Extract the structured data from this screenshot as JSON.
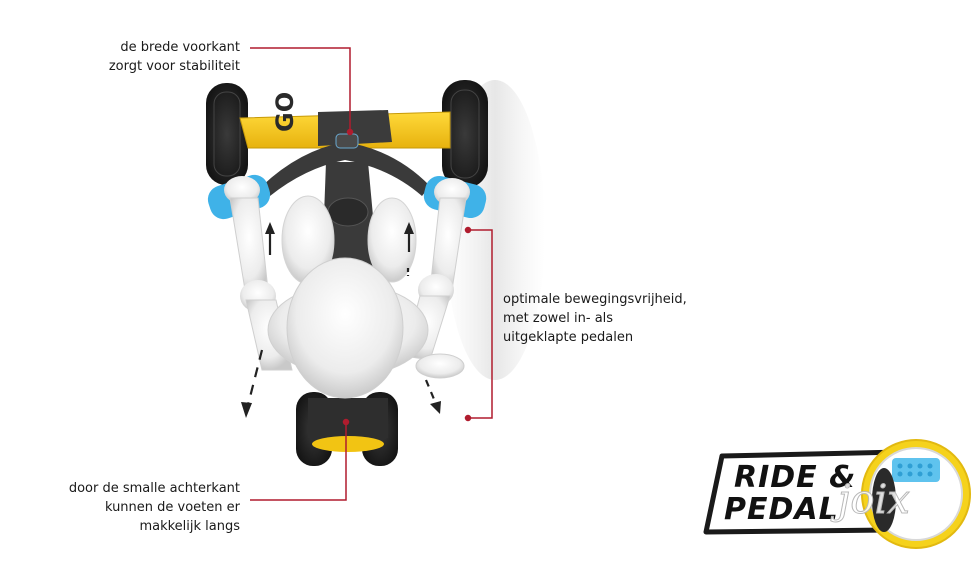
{
  "annotations": {
    "front": {
      "line1": "de brede voorkant",
      "line2": "zorgt voor stabiliteit"
    },
    "middle": {
      "line1": "optimale bewegingsvrijheid,",
      "line2": "met zowel in- als",
      "line3": "uitgeklapte pedalen"
    },
    "rear": {
      "line1": "door de smalle achterkant",
      "line2": "kunnen de voeten er",
      "line3": "makkelijk langs"
    }
  },
  "logo": {
    "ride": "RIDE &",
    "pedal": "PEDAL",
    "brand": "joix",
    "badge_color": "#f5d21c"
  },
  "vehicle": {
    "frame_text": "GO",
    "body_color": "#f2c413",
    "grip_color": "#3fb2e8",
    "annotation_line_color": "#b01c2e"
  }
}
